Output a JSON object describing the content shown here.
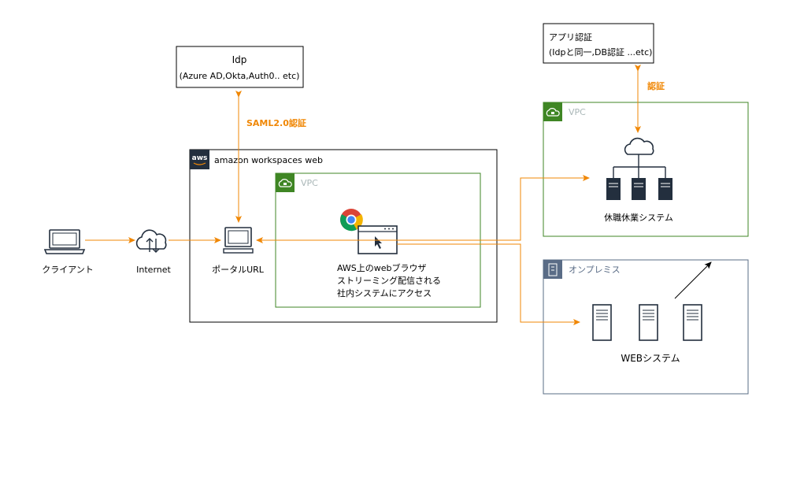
{
  "idp": {
    "title": "Idp",
    "subtitle": "(Azure AD,Okta,Auth0.. etc)"
  },
  "app_auth": {
    "line1": "アプリ認証",
    "line2": "(Idpと同一,DB認証 ...etc)"
  },
  "edges": {
    "saml": "SAML2.0認証",
    "auth": "認証"
  },
  "client": {
    "label": "クライアント"
  },
  "internet": {
    "label": "Internet"
  },
  "workspaces": {
    "title": "amazon workspaces web",
    "aws_logo": "aws"
  },
  "vpc_inner": {
    "label": "VPC"
  },
  "portal": {
    "label": "ポータルURL"
  },
  "browser": {
    "line1": "AWS上のwebブラウザ",
    "line2": "ストリーミング配信される",
    "line3": "社内システムにアクセス"
  },
  "vpc_right": {
    "label": "VPC"
  },
  "leave_system": {
    "label": "休職休業システム"
  },
  "onprem": {
    "label": "オンプレミス"
  },
  "web_system": {
    "label": "WEBシステム"
  },
  "colors": {
    "orange": "#F08705",
    "vpc_green": "#3F8624",
    "onprem_blue": "#5A6C86",
    "aws_dark": "#232F3E"
  }
}
